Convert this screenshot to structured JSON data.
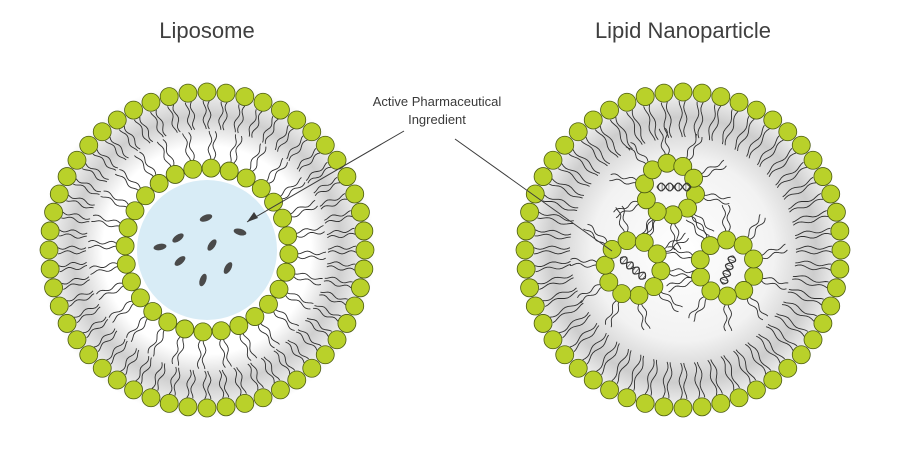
{
  "liposome": {
    "title": "Liposome",
    "core_color": "#d8ecf6",
    "drug_color": "#4a4a4a"
  },
  "lnp": {
    "title": "Lipid Nanoparticle"
  },
  "annotation": {
    "line1": "Active Pharmaceutical",
    "line2": "Ingredient"
  },
  "colors": {
    "lipid_head": "#b9d12a",
    "lipid_head_outline": "#4b5a12",
    "lipid_tail": "#2f2f2f",
    "membrane_shadow": "#c8c8c8",
    "text": "#3f3f3f"
  },
  "icons": [
    "lipid-head-icon",
    "lipid-tail-icon",
    "drug-molecule-icon",
    "dna-strand-icon"
  ]
}
